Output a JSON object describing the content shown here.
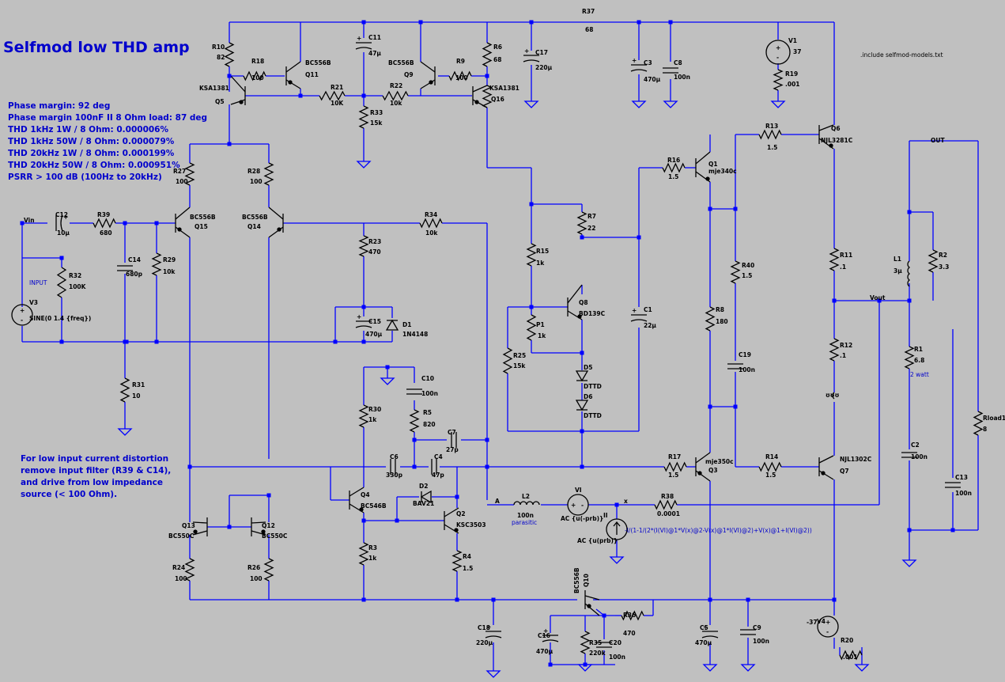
{
  "title": "Selfmod low THD amp",
  "include_directive": ".include selfmod-models.txt",
  "specs": [
    "Phase margin: 92 deg",
    "Phase margin 100nF II 8 Ohm load: 87 deg",
    "THD 1kHz 1W / 8 Ohm: 0.000006%",
    "THD 1kHz 50W / 8 Ohm: 0.000079%",
    "THD 20kHz 1W / 8 Ohm: 0.000199%",
    "THD 20kHz 50W / 8 Ohm: 0.000951%",
    "PSRR > 100 dB (100Hz to 20kHz)"
  ],
  "input_note": [
    "For low input current distortion",
    "remove input filter (R39 & C14),",
    "and drive from low impedance",
    "source (< 100 Ohm)."
  ],
  "nets": {
    "vin": "Vin",
    "input": "INPUT",
    "out": "OUT",
    "vout": "Vout",
    "a": "A",
    "x": "x",
    "parasitic": "parasitic",
    "two_watt": "2 watt"
  },
  "behavioral_expr": "-I/(1-1/(2*(I(VI)@1*V(x)@2-V(x)@1*I(VI)@2)+V(x)@1+I(VI)@2))",
  "parts": {
    "R10": {
      "name": "R10",
      "value": "82"
    },
    "R18": {
      "name": "R18",
      "value": "100"
    },
    "Q11": {
      "name": "Q11",
      "value": "BC556B"
    },
    "Q5": {
      "name": "Q5",
      "value": "KSA1381"
    },
    "C11": {
      "name": "C11",
      "value": "47µ"
    },
    "R21": {
      "name": "R21",
      "value": "10K"
    },
    "R22": {
      "name": "R22",
      "value": "10k"
    },
    "R33": {
      "name": "R33",
      "value": "15k"
    },
    "Q9": {
      "name": "Q9",
      "value": "BC556B"
    },
    "R9": {
      "name": "R9",
      "value": "100"
    },
    "R6": {
      "name": "R6",
      "value": "68"
    },
    "Q16": {
      "name": "Q16",
      "value": "KSA1381"
    },
    "C17": {
      "name": "C17",
      "value": "220µ"
    },
    "R37": {
      "name": "R37",
      "value": "68"
    },
    "C3": {
      "name": "C3",
      "value": "470µ"
    },
    "C8": {
      "name": "C8",
      "value": "100n"
    },
    "V1": {
      "name": "V1",
      "value": "37"
    },
    "R19": {
      "name": "R19",
      "value": ".001"
    },
    "R27": {
      "name": "R27",
      "value": "100"
    },
    "R28": {
      "name": "R28",
      "value": "100"
    },
    "Q15": {
      "name": "Q15",
      "value": "BC556B"
    },
    "Q14": {
      "name": "Q14",
      "value": "BC556B"
    },
    "C12": {
      "name": "C12",
      "value": "10µ"
    },
    "R39": {
      "name": "R39",
      "value": "680"
    },
    "C14": {
      "name": "C14",
      "value": "680p"
    },
    "R29": {
      "name": "R29",
      "value": "10k"
    },
    "R32": {
      "name": "R32",
      "value": "100K"
    },
    "V3": {
      "name": "V3",
      "value": "SINE(0 1.4 {freq})"
    },
    "R31": {
      "name": "R31",
      "value": "10"
    },
    "R34": {
      "name": "R34",
      "value": "10k"
    },
    "R23": {
      "name": "R23",
      "value": "470"
    },
    "C15": {
      "name": "C15",
      "value": "470µ"
    },
    "D1": {
      "name": "D1",
      "value": "1N4148"
    },
    "R16": {
      "name": "R16",
      "value": "1.5"
    },
    "Q1": {
      "name": "Q1",
      "value": "mje340c"
    },
    "R13": {
      "name": "R13",
      "value": "1.5"
    },
    "Q6": {
      "name": "Q6",
      "value": "NJL3281C"
    },
    "R7": {
      "name": "R7",
      "value": "22"
    },
    "R15": {
      "name": "R15",
      "value": "1k"
    },
    "Q8": {
      "name": "Q8",
      "value": "BD139C"
    },
    "P1": {
      "name": "P1",
      "value": "1k"
    },
    "R25": {
      "name": "R25",
      "value": "15k"
    },
    "C1": {
      "name": "C1",
      "value": "22µ"
    },
    "D5": {
      "name": "D5",
      "value": "DTTD"
    },
    "D6": {
      "name": "D6",
      "value": "DTTD"
    },
    "R40": {
      "name": "R40",
      "value": "1.5"
    },
    "R8": {
      "name": "R8",
      "value": "180"
    },
    "C19": {
      "name": "C19",
      "value": "100n"
    },
    "R11": {
      "name": "R11",
      "value": ".1"
    },
    "R12": {
      "name": "R12",
      "value": ".1"
    },
    "L1": {
      "name": "L1",
      "value": "3µ"
    },
    "R2": {
      "name": "R2",
      "value": "3.3"
    },
    "R1": {
      "name": "R1",
      "value": "6.8"
    },
    "C2": {
      "name": "C2",
      "value": "100n"
    },
    "C13": {
      "name": "C13",
      "value": "100n"
    },
    "Rload1": {
      "name": "Rload1",
      "value": "8"
    },
    "C10": {
      "name": "C10",
      "value": "100n"
    },
    "R5": {
      "name": "R5",
      "value": "820"
    },
    "R30": {
      "name": "R30",
      "value": "1k"
    },
    "C7": {
      "name": "C7",
      "value": "27p"
    },
    "C6": {
      "name": "C6",
      "value": "330p"
    },
    "C4": {
      "name": "C4",
      "value": "47p"
    },
    "Q4": {
      "name": "Q4",
      "value": "BC546B"
    },
    "D2": {
      "name": "D2",
      "value": "BAV21"
    },
    "Q2": {
      "name": "Q2",
      "value": "KSC3503"
    },
    "R3": {
      "name": "R3",
      "value": "1k"
    },
    "R4": {
      "name": "R4",
      "value": "1.5"
    },
    "L2": {
      "name": "L2",
      "value": "100n"
    },
    "VI": {
      "name": "VI",
      "value": "AC {u(-prb)}"
    },
    "II": {
      "name": "II",
      "value": "AC {u(prb)}"
    },
    "R38": {
      "name": "R38",
      "value": "0.0001"
    },
    "R17": {
      "name": "R17",
      "value": "1.5"
    },
    "Q3": {
      "name": "Q3",
      "value": "mje350c"
    },
    "R14": {
      "name": "R14",
      "value": "1.5"
    },
    "Q7": {
      "name": "Q7",
      "value": "NJL1302C"
    },
    "Q13": {
      "name": "Q13",
      "value": "BC550C"
    },
    "Q12": {
      "name": "Q12",
      "value": "BC550C"
    },
    "R24": {
      "name": "R24",
      "value": "100"
    },
    "R26": {
      "name": "R26",
      "value": "100"
    },
    "C18": {
      "name": "C18",
      "value": "220µ"
    },
    "Q10": {
      "name": "Q10",
      "value": "BC556B"
    },
    "R36": {
      "name": "R36",
      "value": "470"
    },
    "C16": {
      "name": "C16",
      "value": "470µ"
    },
    "R35": {
      "name": "R35",
      "value": "220k"
    },
    "C20": {
      "name": "C20",
      "value": "100n"
    },
    "C5": {
      "name": "C5",
      "value": "470µ"
    },
    "C9": {
      "name": "C9",
      "value": "100n"
    },
    "V4": {
      "name": "V4",
      "value": "-37"
    },
    "R20": {
      "name": "R20",
      "value": ".001"
    }
  }
}
